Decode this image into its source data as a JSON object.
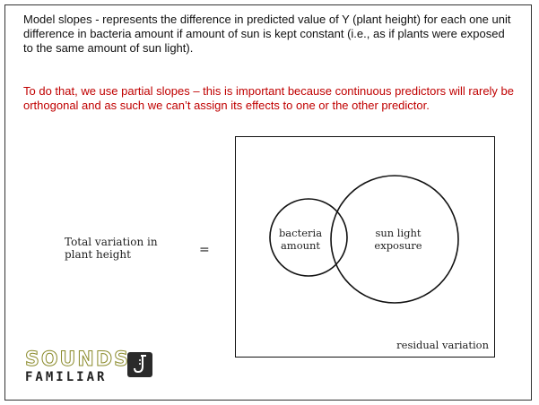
{
  "slide": {
    "paragraph1": "Model slopes - represents the difference in predicted value of Y (plant height) for each one unit difference in bacteria amount if amount of sun is kept constant (i.e., as if plants were exposed to the same amount of sun light).",
    "paragraph2": "To do that, we use partial slopes – this is important because continuous predictors will rarely be orthogonal and as such we can’t assign its effects to one or the other predictor.",
    "paragraph2_color": "#c00000"
  },
  "diagram": {
    "lhs_line1": "Total variation in",
    "lhs_line2": "plant height",
    "equals": "=",
    "circle1_line1": "bacteria",
    "circle1_line2": "amount",
    "circle2_line1": "sun light",
    "circle2_line2": "exposure",
    "residual_label": "residual variation"
  },
  "logo": {
    "top": "SOUNDS",
    "bottom": "FAMILIAR",
    "icon": "saxophone-icon"
  }
}
